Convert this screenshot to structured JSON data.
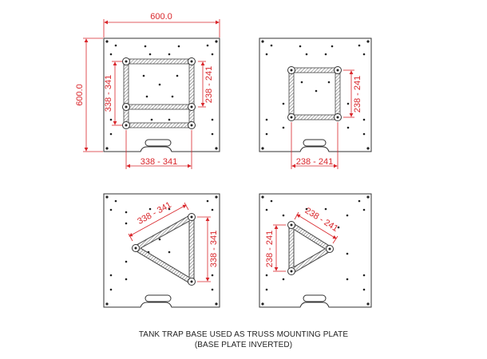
{
  "caption": {
    "line1": "TANK TRAP BASE USED AS TRUSS MOUNTING PLATE",
    "line2": "(BASE PLATE INVERTED)"
  },
  "colors": {
    "dimension": "#d9262b",
    "outline": "#333333",
    "truss": "#555555"
  },
  "labels": {
    "plate_width": "600.0",
    "plate_height": "600.0",
    "truss_large": "338 - 341",
    "truss_small": "238 - 241"
  },
  "panels": [
    {
      "id": "square-large",
      "layout": "square",
      "truss": "large"
    },
    {
      "id": "square-small",
      "layout": "square",
      "truss": "small"
    },
    {
      "id": "triangle-large",
      "layout": "triangle",
      "truss": "large"
    },
    {
      "id": "triangle-small",
      "layout": "triangle",
      "truss": "small"
    }
  ]
}
